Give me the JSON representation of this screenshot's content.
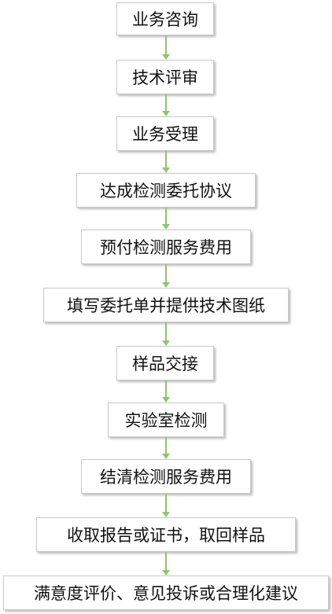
{
  "steps": [
    {
      "label": "业务咨询"
    },
    {
      "label": "技术评审"
    },
    {
      "label": "业务受理"
    },
    {
      "label": "达成检测委托协议"
    },
    {
      "label": "预付检测服务费用"
    },
    {
      "label": "填写委托单并提供技术图纸"
    },
    {
      "label": "样品交接"
    },
    {
      "label": "实验室检测"
    },
    {
      "label": "结清检测服务费用"
    },
    {
      "label": "收取报告或证书，取回样品"
    },
    {
      "label": "满意度评价、意见投诉或合理化建议"
    }
  ],
  "colors": {
    "arrow": "#8fc46f",
    "box_border": "#c9c9c9",
    "text": "#111111"
  }
}
